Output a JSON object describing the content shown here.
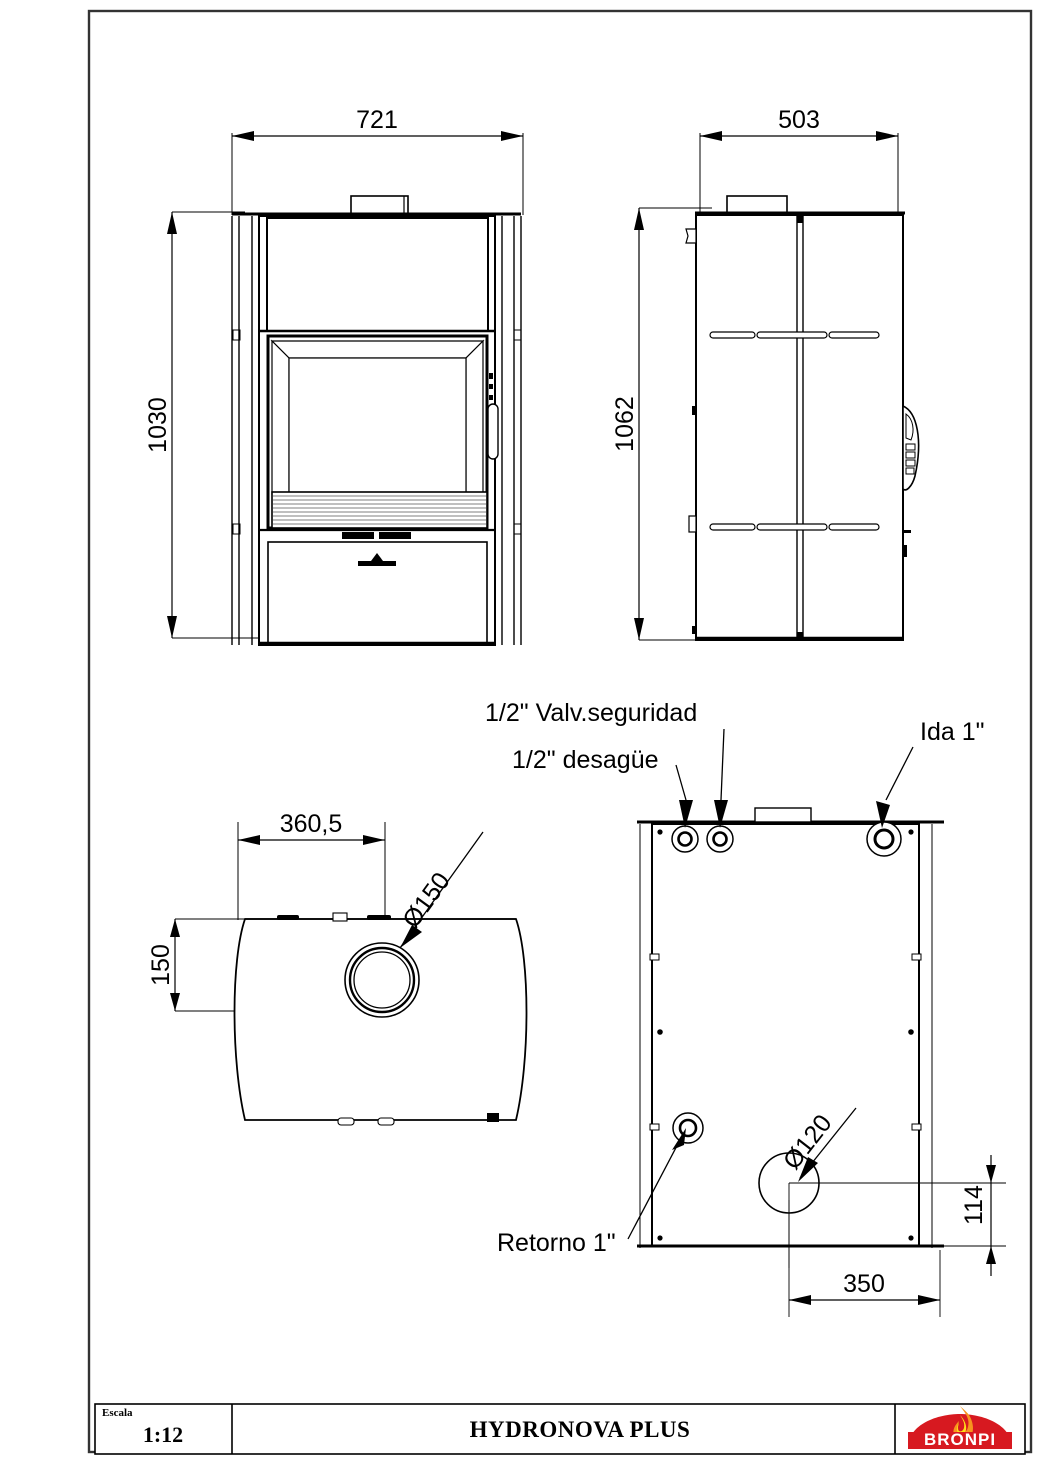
{
  "drawing": {
    "title": "HYDRONOVA PLUS",
    "scale_label": "Escala",
    "scale_value": "1:12",
    "brand": "BRONPI"
  },
  "dimensions": {
    "front_width": "721",
    "front_height": "1030",
    "side_width": "503",
    "side_height": "1062",
    "plan_width": "360,5",
    "plan_depth": "150",
    "plan_flue_dia": "Ø150",
    "rear_outlet_offset": "350",
    "rear_outlet_height": "114",
    "rear_air_dia": "Ø120"
  },
  "callouts": {
    "safety_valve": "1/2\" Valv.seguridad",
    "drain": "1/2\" desagüe",
    "flow": "Ida 1\"",
    "return": "Retorno 1\""
  },
  "views": {
    "front": "front-elevation",
    "side": "side-elevation",
    "plan": "plan-view",
    "rear": "rear-elevation"
  },
  "colors": {
    "line": "#000000",
    "thin_line": "#333333",
    "brand_red": "#d71920",
    "flame_orange": "#f7941e",
    "flame_yellow": "#ffde17"
  }
}
